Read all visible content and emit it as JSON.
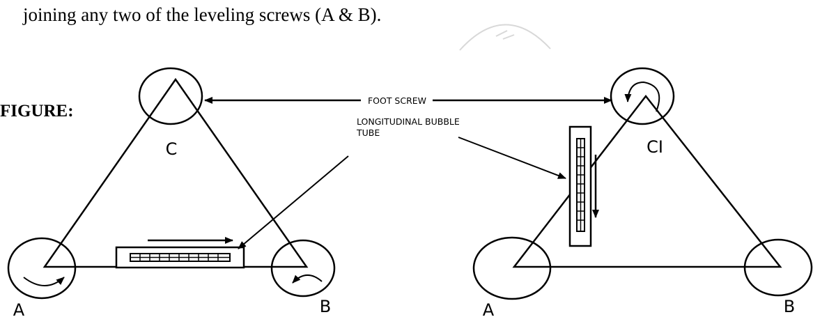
{
  "intro_text": "joining any two of the leveling screws (A & B).",
  "figure_label": "FIGURE:",
  "callouts": {
    "foot_screw": "FOOT SCREW",
    "bubble_tube": [
      "LONGITUDINAL  BUBBLE",
      "TUBE"
    ]
  },
  "left_diagram": {
    "screws": {
      "top": "C",
      "left": "A",
      "right": "B"
    }
  },
  "right_diagram": {
    "screws": {
      "top": "CI",
      "left": "A",
      "right": "B"
    }
  }
}
